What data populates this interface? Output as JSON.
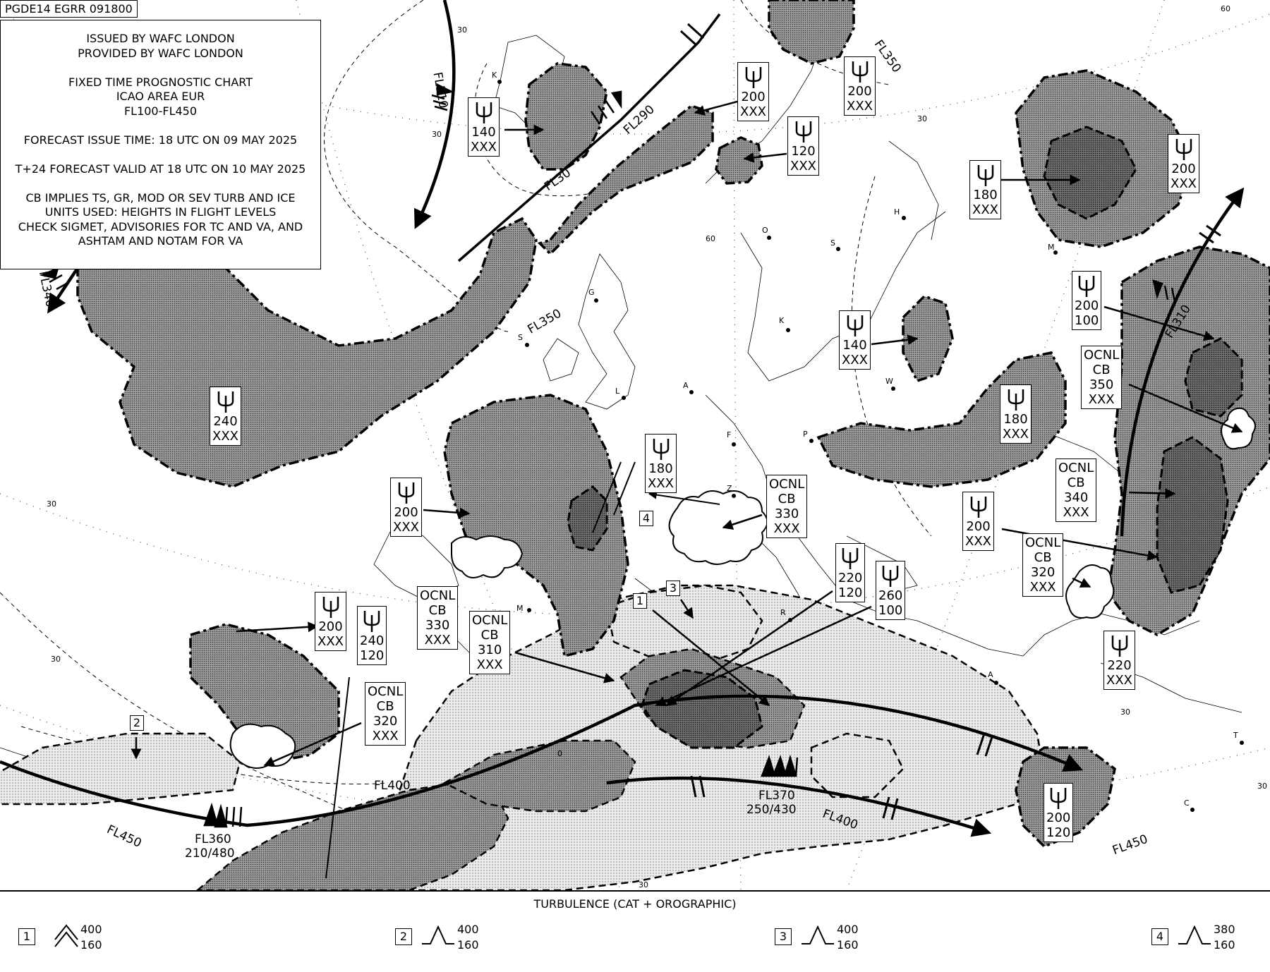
{
  "header": {
    "chart_id": "PGDE14 EGRR 091800"
  },
  "info": {
    "lines": [
      "ISSUED BY WAFC LONDON",
      "PROVIDED BY WAFC LONDON",
      "",
      "FIXED TIME PROGNOSTIC CHART",
      "ICAO AREA EUR",
      "FL100-FL450",
      "",
      "FORECAST ISSUE TIME: 18 UTC ON 09 MAY 2025",
      "",
      "T+24 FORECAST VALID AT 18 UTC ON 10 MAY 2025",
      "",
      "CB IMPLIES TS, GR, MOD OR SEV TURB AND ICE",
      "UNITS USED: HEIGHTS IN FLIGHT LEVELS",
      "CHECK SIGMET, ADVISORIES FOR TC AND VA, AND",
      "ASHTAM AND NOTAM FOR VA"
    ]
  },
  "cb_boxes": [
    {
      "top": "140",
      "bot": "XXX"
    },
    {
      "top": "200",
      "bot": "XXX"
    },
    {
      "top": "120",
      "bot": "XXX"
    },
    {
      "top": "200",
      "bot": "XXX"
    },
    {
      "top": "180",
      "bot": "XXX"
    },
    {
      "top": "200",
      "bot": "XXX"
    },
    {
      "top": "240",
      "bot": "XXX"
    },
    {
      "top": "140",
      "bot": "XXX"
    },
    {
      "top": "200",
      "bot": "100"
    },
    {
      "top": "180",
      "bot": "XXX"
    },
    {
      "top": "180",
      "bot": "XXX"
    },
    {
      "top": "200",
      "bot": "XXX"
    },
    {
      "top": "200",
      "bot": "XXX"
    },
    {
      "top": "220",
      "bot": "120"
    },
    {
      "top": "260",
      "bot": "100"
    },
    {
      "top": "200",
      "bot": "XXX"
    },
    {
      "top": "240",
      "bot": "120"
    },
    {
      "top": "220",
      "bot": "XXX"
    },
    {
      "top": "200",
      "bot": "120"
    }
  ],
  "ocnl_boxes": [
    {
      "l1": "OCNL",
      "l2": "CB",
      "l3": "350",
      "l4": "XXX"
    },
    {
      "l1": "OCNL",
      "l2": "CB",
      "l3": "340",
      "l4": "XXX"
    },
    {
      "l1": "OCNL",
      "l2": "CB",
      "l3": "330",
      "l4": "XXX"
    },
    {
      "l1": "OCNL",
      "l2": "CB",
      "l3": "320",
      "l4": "XXX"
    },
    {
      "l1": "OCNL",
      "l2": "CB",
      "l3": "330",
      "l4": "XXX"
    },
    {
      "l1": "OCNL",
      "l2": "CB",
      "l3": "310",
      "l4": "XXX"
    },
    {
      "l1": "OCNL",
      "l2": "CB",
      "l3": "320",
      "l4": "XXX"
    }
  ],
  "jet_labels": [
    "FL310",
    "FL290",
    "FL350",
    "FL350",
    "FL340",
    "FL310",
    "FL400",
    "FL360",
    "210/480",
    "FL370",
    "250/430",
    "FL400",
    "FL450",
    "FL450",
    "FL30"
  ],
  "turb_markers": [
    "1",
    "2",
    "3",
    "4"
  ],
  "cities": [
    "K",
    "H",
    "O",
    "S",
    "M",
    "G",
    "S",
    "K",
    "W",
    "L",
    "A",
    "F",
    "P",
    "Z",
    "M",
    "R",
    "A",
    "T",
    "C"
  ],
  "grid_labels": [
    "30",
    "60",
    "30",
    "60",
    "30",
    "30",
    "30",
    "30",
    "0",
    "30",
    "30"
  ],
  "legend": {
    "title": "TURBULENCE (CAT + OROGRAPHIC)",
    "items": [
      {
        "num": "1",
        "top": "400",
        "bot": "160",
        "icon": "double-hat-icon"
      },
      {
        "num": "2",
        "top": "400",
        "bot": "160",
        "icon": "hat-icon"
      },
      {
        "num": "3",
        "top": "400",
        "bot": "160",
        "icon": "hat-icon"
      },
      {
        "num": "4",
        "top": "380",
        "bot": "160",
        "icon": "hat-icon"
      }
    ]
  },
  "colors": {
    "cb_fill": "#a8a8a8",
    "cb_embedded": "#7c7c7c",
    "turb_fill": "#e4e4e4",
    "turb_dark": "#b9b9b9"
  }
}
